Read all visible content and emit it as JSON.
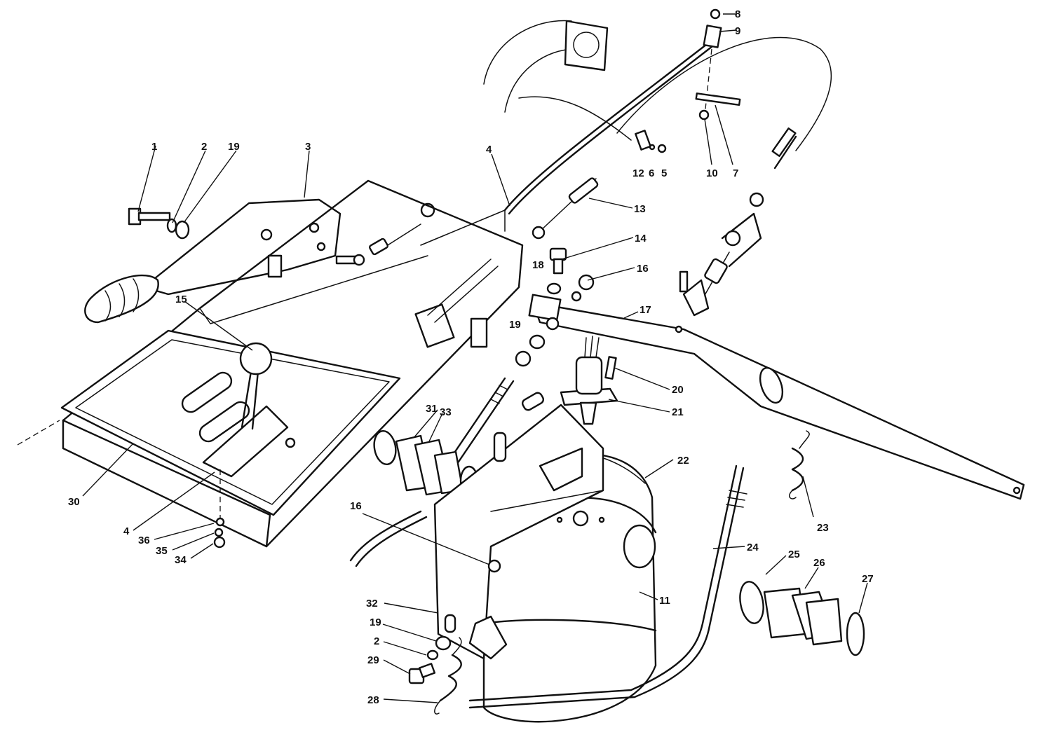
{
  "diagram": {
    "callouts": [
      {
        "id": "c1",
        "text": "1"
      },
      {
        "id": "c2a",
        "text": "2"
      },
      {
        "id": "c19a",
        "text": "19"
      },
      {
        "id": "c3",
        "text": "3"
      },
      {
        "id": "c4a",
        "text": "4"
      },
      {
        "id": "c8",
        "text": "8"
      },
      {
        "id": "c9",
        "text": "9"
      },
      {
        "id": "c12",
        "text": "12"
      },
      {
        "id": "c6",
        "text": "6"
      },
      {
        "id": "c5",
        "text": "5"
      },
      {
        "id": "c10",
        "text": "10"
      },
      {
        "id": "c7",
        "text": "7"
      },
      {
        "id": "c13",
        "text": "13"
      },
      {
        "id": "c14",
        "text": "14"
      },
      {
        "id": "c18",
        "text": "18"
      },
      {
        "id": "c16a",
        "text": "16"
      },
      {
        "id": "c17",
        "text": "17"
      },
      {
        "id": "c15",
        "text": "15"
      },
      {
        "id": "c19b",
        "text": "19"
      },
      {
        "id": "c20",
        "text": "20"
      },
      {
        "id": "c21",
        "text": "21"
      },
      {
        "id": "c31",
        "text": "31"
      },
      {
        "id": "c33",
        "text": "33"
      },
      {
        "id": "c22",
        "text": "22"
      },
      {
        "id": "c23",
        "text": "23"
      },
      {
        "id": "c30",
        "text": "30"
      },
      {
        "id": "c4b",
        "text": "4"
      },
      {
        "id": "c36",
        "text": "36"
      },
      {
        "id": "c35",
        "text": "35"
      },
      {
        "id": "c34",
        "text": "34"
      },
      {
        "id": "c16b",
        "text": "16"
      },
      {
        "id": "c24",
        "text": "24"
      },
      {
        "id": "c25",
        "text": "25"
      },
      {
        "id": "c26",
        "text": "26"
      },
      {
        "id": "c27",
        "text": "27"
      },
      {
        "id": "c11",
        "text": "11"
      },
      {
        "id": "c32",
        "text": "32"
      },
      {
        "id": "c19c",
        "text": "19"
      },
      {
        "id": "c2b",
        "text": "2"
      },
      {
        "id": "c29",
        "text": "29"
      },
      {
        "id": "c28",
        "text": "28"
      }
    ]
  }
}
